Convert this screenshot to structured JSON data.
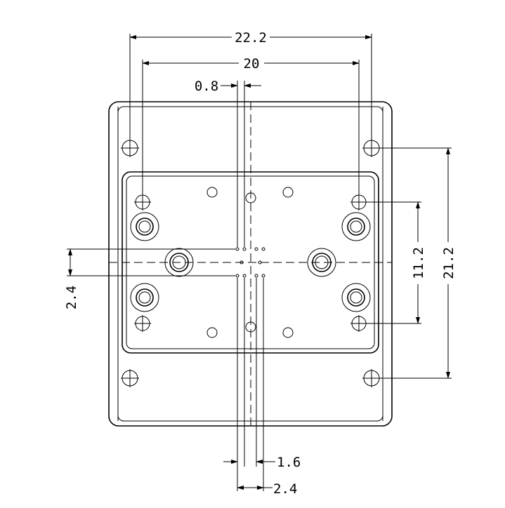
{
  "dimensions": {
    "overall_width": "22.2",
    "inner_width": "20",
    "slot_width_top": "0.8",
    "outer_height": "21.2",
    "inner_height": "11.2",
    "left_offset": "2.4",
    "bottom_gap_1": "1.6",
    "bottom_gap_2": "2.4"
  }
}
